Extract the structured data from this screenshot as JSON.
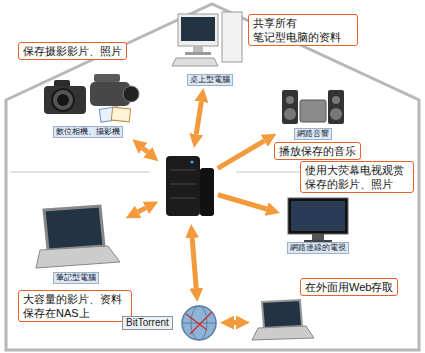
{
  "diagram": {
    "nodes": [
      {
        "text": [
          "保存摄影影片、照片",
          "數位相機、攝影機"
        ]
      },
      {
        "text": [
          "共享所有 笔记型电脑的资料",
          "桌上型電腦"
        ]
      },
      {
        "text": [
          "網路音響",
          "播放保存的音乐"
        ]
      },
      {
        "text": []
      },
      {
        "text": [
          "使用大荧幕电视观赏 保存的影片、照片",
          "網路連線的電視"
        ]
      },
      {
        "text": [
          "筆記型電腦",
          "大容量的影片、资料 保存在NAS上"
        ]
      },
      {
        "text": [
          "BitTorrent"
        ]
      },
      {
        "text": [
          "在外面用Web存取"
        ]
      }
    ],
    "edges": [
      {
        "from": 3,
        "to": 0,
        "arrow": "both"
      },
      {
        "from": 3,
        "to": 1,
        "arrow": "both"
      },
      {
        "from": 3,
        "to": 2,
        "arrow": "to"
      },
      {
        "from": 3,
        "to": 4,
        "arrow": "to"
      },
      {
        "from": 3,
        "to": 5,
        "arrow": "both"
      },
      {
        "from": 3,
        "to": 6,
        "arrow": "both"
      },
      {
        "from": 6,
        "to": 7,
        "arrow": "both"
      }
    ]
  }
}
